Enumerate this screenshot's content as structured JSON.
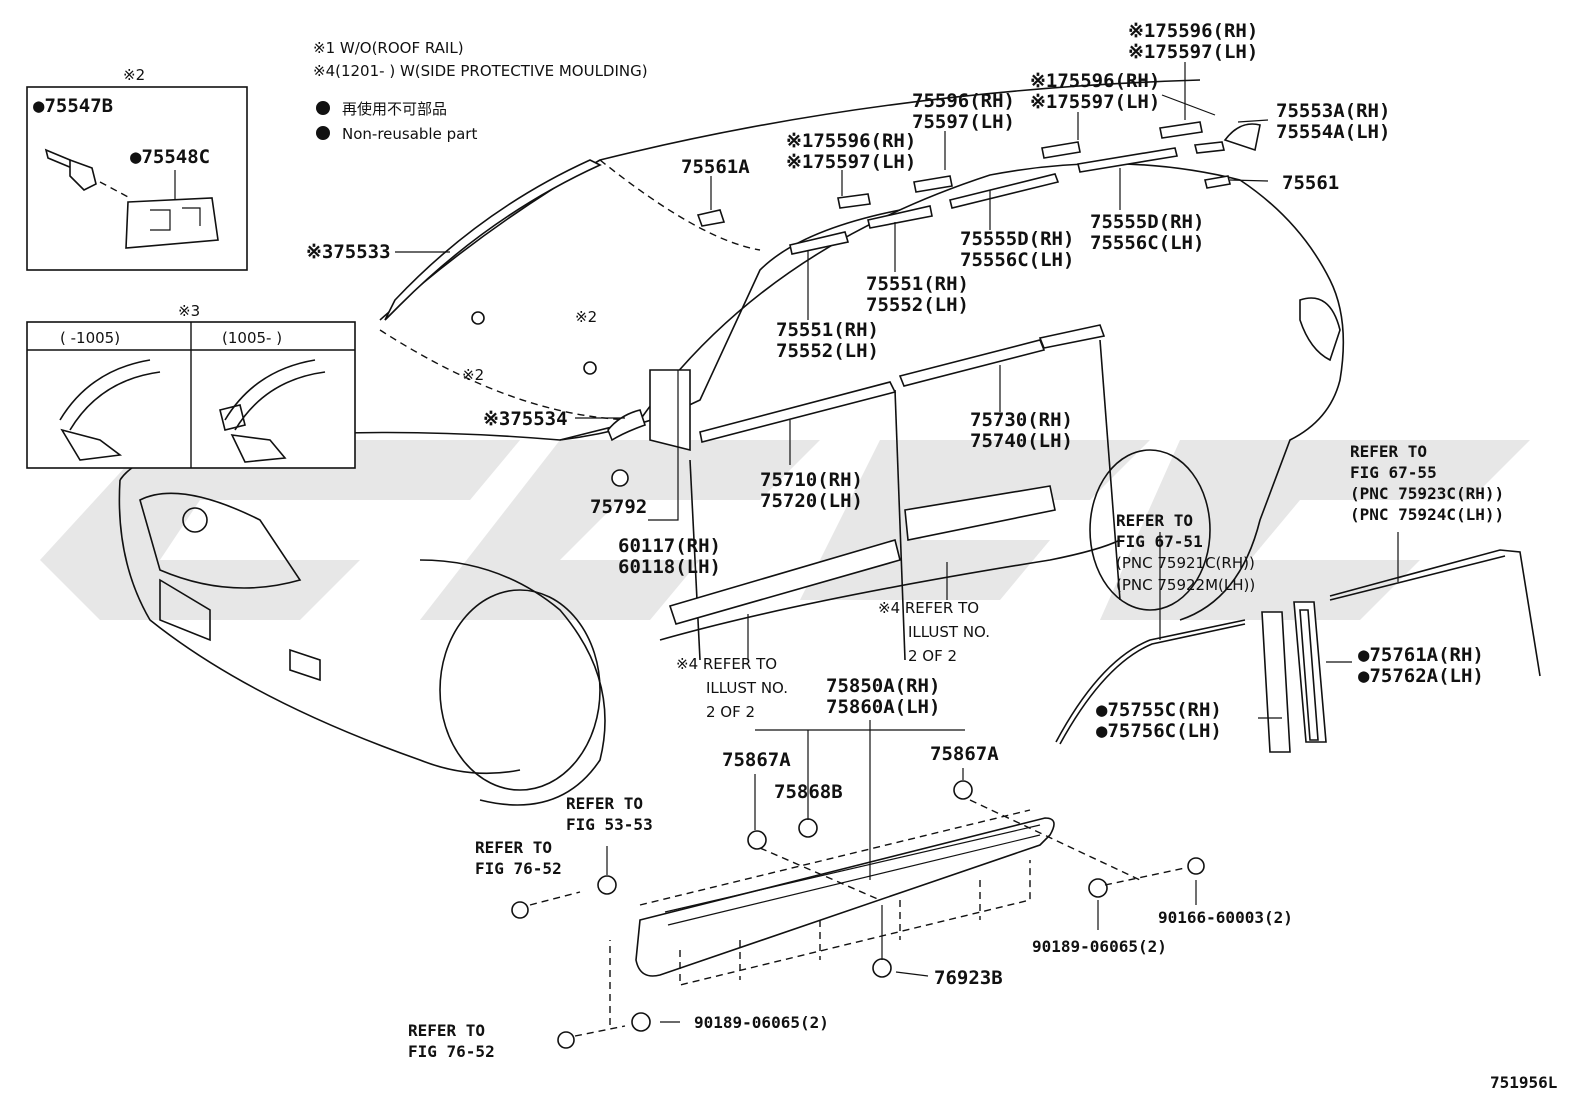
{
  "notes": {
    "note1": "※1 W/O(ROOF RAIL)",
    "note4": "※4(1201-      ) W(SIDE PROTECTIVE MOULDING)",
    "nonreuse_jp": "再使用不可部品",
    "nonreuse_en": "Non-reusable part"
  },
  "inset2": {
    "title": "※2",
    "part_a": "●75547B",
    "part_b": "●75548C"
  },
  "inset3": {
    "title": "※3",
    "col_left": "(    -1005)",
    "col_right": "(1005-     )"
  },
  "callouts": {
    "c75596_top": "※175596(RH)",
    "c75597_top": "※175597(LH)",
    "c75596_b": "※175596(RH)",
    "c75597_b": "※175597(LH)",
    "c75596_c": "75596(RH)",
    "c75597_c": "75597(LH)",
    "c75596_d": "※175596(RH)",
    "c75597_d": "※175597(LH)",
    "c75553A": "75553A(RH)",
    "c75554A": "75554A(LH)",
    "c75561": "75561",
    "c75561A": "75561A",
    "c75555D_r": "75555D(RH)",
    "c75556C_r": "75556C(LH)",
    "c75555D_m": "75555D(RH)",
    "c75556C_m": "75556C(LH)",
    "c75551_a": "75551(RH)",
    "c75552_a": "75552(LH)",
    "c75551_b": "75551(RH)",
    "c75552_b": "75552(LH)",
    "c75533": "※375533",
    "c75534": "※375534",
    "star2_a": "※2",
    "star2_b": "※2",
    "c75730": "75730(RH)",
    "c75740": "75740(LH)",
    "c75710": "75710(RH)",
    "c75720": "75720(LH)",
    "c75792": "75792",
    "c60117": "60117(RH)",
    "c60118": "60118(LH)",
    "refer4a_1": "※4 REFER TO",
    "refer4a_2": "ILLUST NO.",
    "refer4a_3": "2 OF 2",
    "refer4b_1": "※4 REFER TO",
    "refer4b_2": "ILLUST NO.",
    "refer4b_3": "2 OF 2",
    "refer6751_1": "REFER TO",
    "refer6751_2": "FIG 67-51",
    "refer6751_3": "(PNC 75921C(RH))",
    "refer6751_4": "(PNC 75922M(LH))",
    "refer6755_1": "REFER TO",
    "refer6755_2": "FIG 67-55",
    "refer6755_3": "(PNC 75923C(RH))",
    "refer6755_4": "(PNC 75924C(LH))",
    "c75761A": "●75761A(RH)",
    "c75762A": "●75762A(LH)",
    "c75755C": "●75755C(RH)",
    "c75756C": "●75756C(LH)",
    "c75850A": "75850A(RH)",
    "c75860A": "75860A(LH)",
    "c75867A_l": "75867A",
    "c75867A_r": "75867A",
    "c75868B": "75868B",
    "refer5353_1": "REFER TO",
    "refer5353_2": "FIG 53-53",
    "refer7652a_1": "REFER TO",
    "refer7652a_2": "FIG 76-52",
    "refer7652b_1": "REFER TO",
    "refer7652b_2": "FIG 76-52",
    "c90166": "90166-60003(2)",
    "c90189_r": "90189-06065(2)",
    "c90189_b": "90189-06065(2)",
    "c76923B": "76923B"
  },
  "figure_id": "751956L"
}
